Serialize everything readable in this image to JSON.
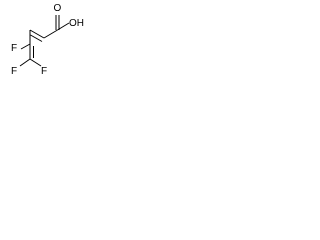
{
  "molecule": {
    "atoms": {
      "oxygen_carbonyl": "O",
      "hydroxyl": "OH",
      "fluorine_c4": "F",
      "fluorine_c5_left": "F",
      "fluorine_c5_right": "F"
    },
    "colors": {
      "bond": "#000000",
      "label": "#000000",
      "background": "#ffffff"
    }
  }
}
